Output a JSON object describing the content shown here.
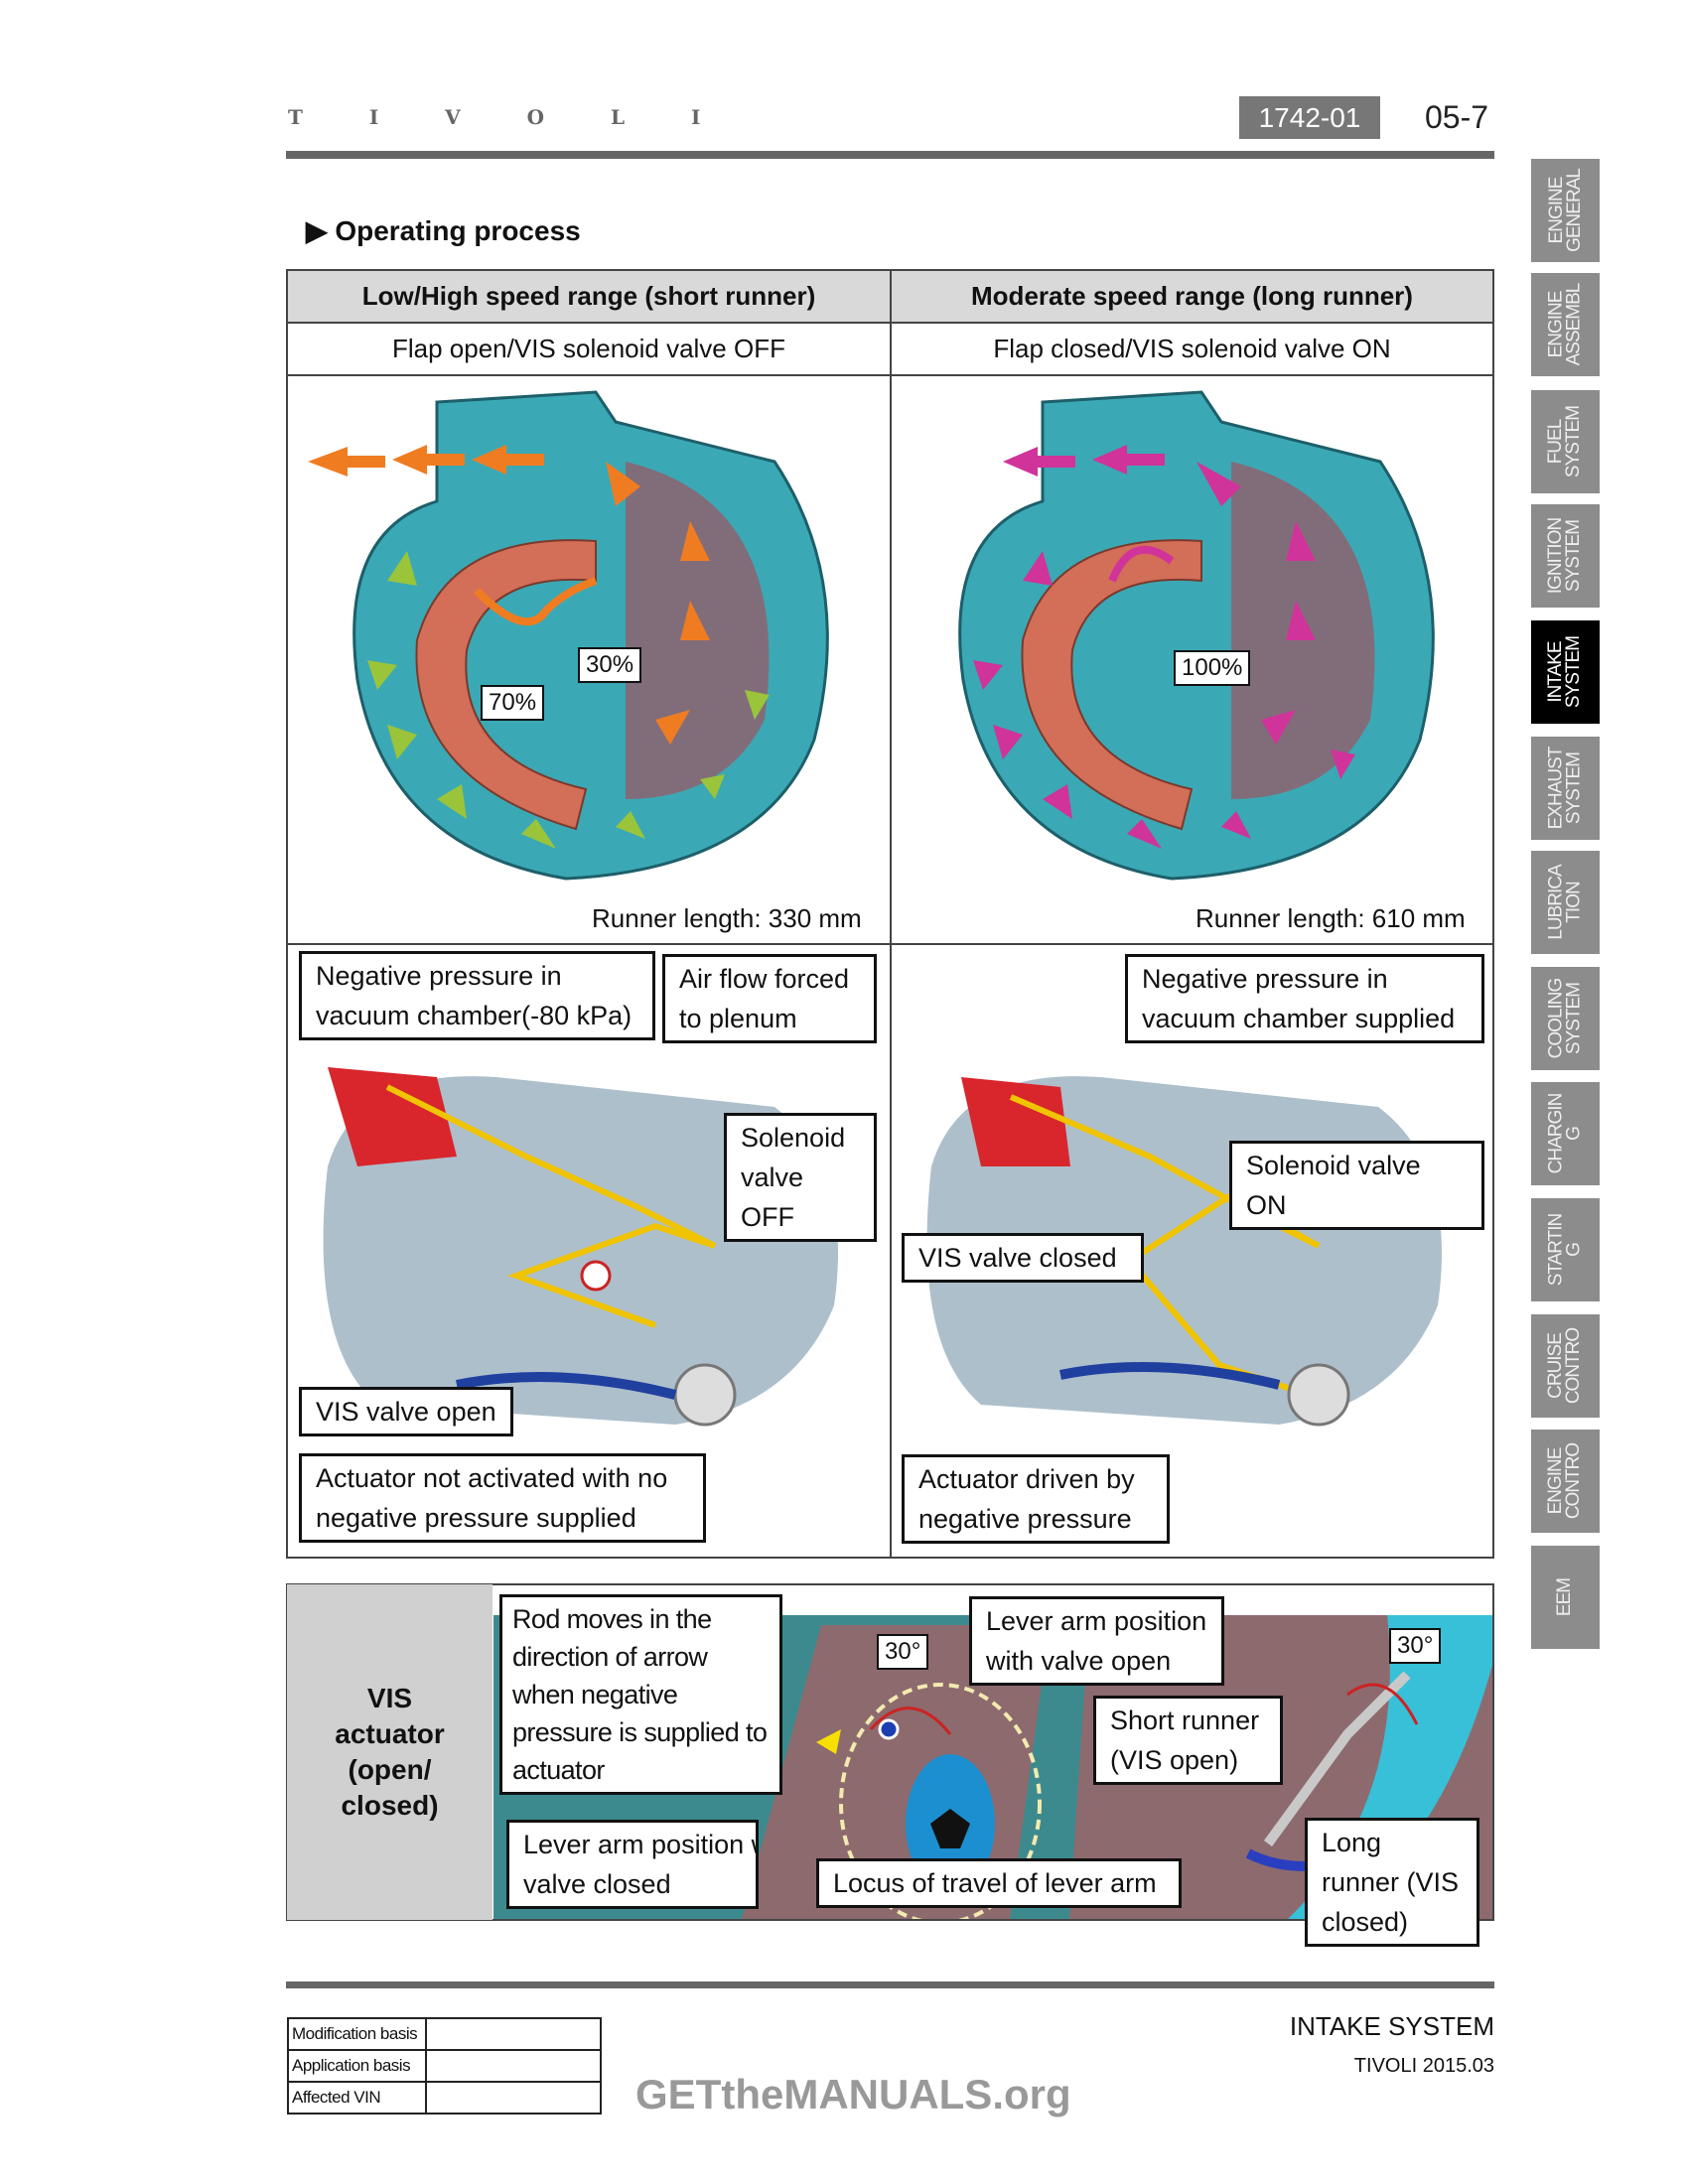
{
  "header": {
    "brand": "T I V O L I",
    "doc_number": "1742-01",
    "page_number": "05-7"
  },
  "section_title": "▶ Operating process",
  "table": {
    "columns": [
      {
        "title": "Low/High speed range (short runner)",
        "subtitle": "Flap open/VIS solenoid valve OFF",
        "runner_length": "Runner length: 330 mm",
        "split_labels": [
          "30%",
          "70%"
        ],
        "callouts": {
          "vacuum": "Negative pressure in vacuum chamber(-80 kPa)",
          "airflow": "Air flow forced to plenum",
          "solenoid": "Solenoid valve OFF",
          "vis": "VIS valve open",
          "actuator": "Actuator not activated with no negative pressure supplied"
        }
      },
      {
        "title": "Moderate speed range (long runner)",
        "subtitle": "Flap closed/VIS solenoid valve ON",
        "runner_length": "Runner length: 610 mm",
        "split_labels": [
          "100%"
        ],
        "callouts": {
          "vacuum": "Negative pressure in vacuum chamber supplied",
          "solenoid": "Solenoid valve ON",
          "vis": "VIS valve closed",
          "actuator": "Actuator driven by negative pressure"
        }
      }
    ],
    "arrow_colors": {
      "short_upper": "#f07c22",
      "short_lower": "#9ac43a",
      "long": "#d0339a"
    }
  },
  "vis_actuator": {
    "label": "VIS actuator (open/ closed)",
    "callouts": {
      "rod": "Rod moves in the direction of arrow when negative pressure is supplied to actuator",
      "lever_open": "Lever arm position with valve open",
      "angle_left": "30°",
      "angle_right": "30°",
      "short_runner": "Short runner (VIS open)",
      "lever_closed": "Lever arm position with valve closed",
      "locus": "Locus of travel of lever arm",
      "long_runner": "Long runner (VIS closed)"
    }
  },
  "side_tabs": [
    {
      "label": "ENGINE\nGENERAL"
    },
    {
      "label": "ENGINE\nASSEMBL"
    },
    {
      "label": "FUEL\nSYSTEM"
    },
    {
      "label": "IGNITION\nSYSTEM"
    },
    {
      "label": "INTAKE\nSYSTEM",
      "active": true
    },
    {
      "label": "EXHAUST\nSYSTEM"
    },
    {
      "label": "LUBRICA\nTION"
    },
    {
      "label": "COOLING\nSYSTEM"
    },
    {
      "label": "CHARGIN\nG"
    },
    {
      "label": "STARTIN\nG"
    },
    {
      "label": "CRUISE\nCONTRO"
    },
    {
      "label": "ENGINE\nCONTRO"
    },
    {
      "label": "EEM"
    }
  ],
  "footer": {
    "rows": [
      "Modification basis",
      "Application basis",
      "Affected VIN"
    ],
    "section": "INTAKE SYSTEM",
    "model": "TIVOLI 2015.03",
    "watermark": "GETtheMANUALS.org"
  }
}
